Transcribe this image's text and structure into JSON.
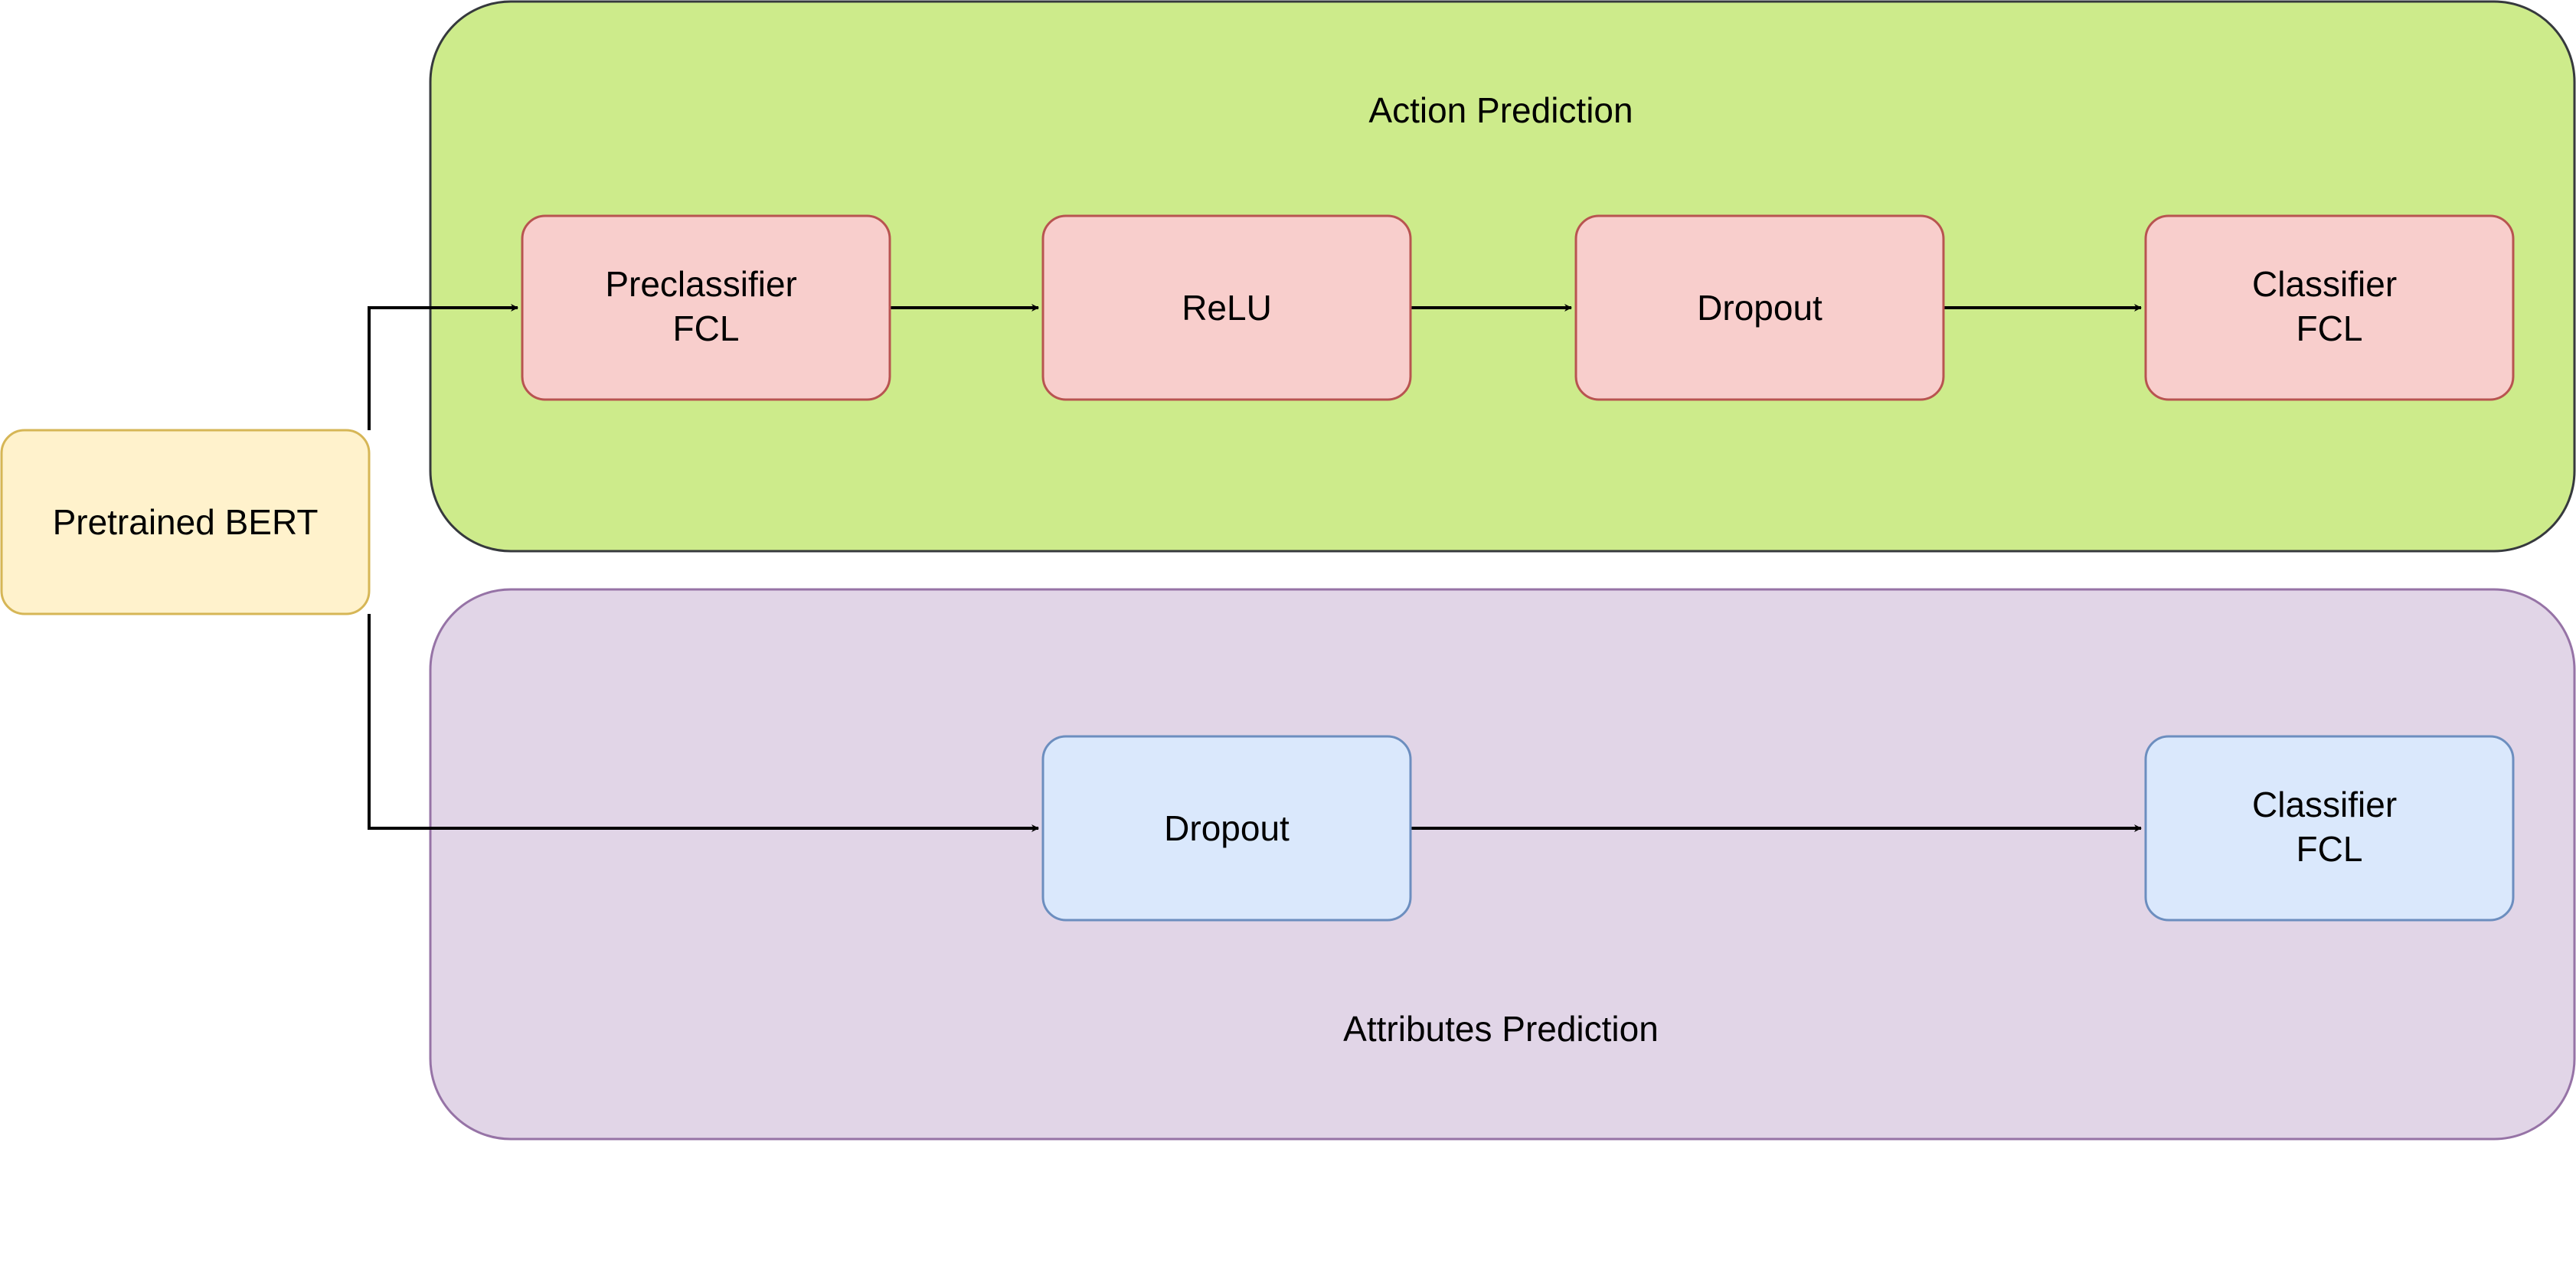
{
  "groups": {
    "action": {
      "title": "Action Prediction",
      "fill": "#cdeb8b",
      "stroke": "#36393d"
    },
    "attributes": {
      "title": "Attributes Prediction",
      "fill": "#e1d5e7",
      "stroke": "#9673a6"
    }
  },
  "source": {
    "label": "Pretrained BERT",
    "fill": "#fff2cc",
    "stroke": "#d6b656"
  },
  "action_nodes": [
    {
      "line1": "Preclassifier",
      "line2": "FCL"
    },
    {
      "line1": "ReLU",
      "line2": ""
    },
    {
      "line1": "Dropout",
      "line2": ""
    },
    {
      "line1": "Classifier",
      "line2": "FCL"
    }
  ],
  "attribute_nodes": [
    {
      "line1": "Dropout",
      "line2": ""
    },
    {
      "line1": "Classifier",
      "line2": "FCL"
    }
  ],
  "node_colors": {
    "action": {
      "fill": "#f8cecc",
      "stroke": "#b85450"
    },
    "attribute": {
      "fill": "#dae8fc",
      "stroke": "#6c8ebf"
    }
  },
  "edges": [
    {
      "from": "source",
      "to": "action_nodes.0"
    },
    {
      "from": "action_nodes.0",
      "to": "action_nodes.1"
    },
    {
      "from": "action_nodes.1",
      "to": "action_nodes.2"
    },
    {
      "from": "action_nodes.2",
      "to": "action_nodes.3"
    },
    {
      "from": "source",
      "to": "attribute_nodes.0"
    },
    {
      "from": "attribute_nodes.0",
      "to": "attribute_nodes.1"
    }
  ]
}
